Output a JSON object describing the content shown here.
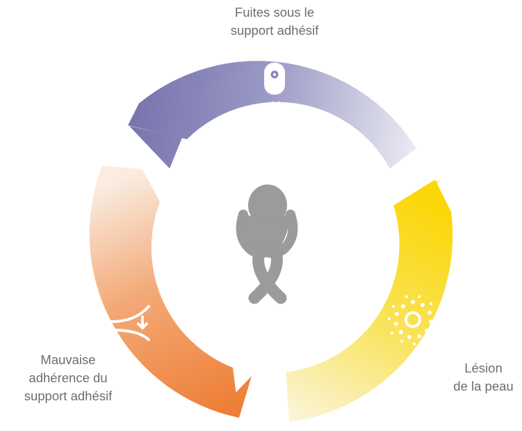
{
  "segments": [
    {
      "id": "leakage",
      "label_lines": [
        "Fuites sous le",
        "support adhésif"
      ],
      "icon": "pouch-leak-icon",
      "gradient": [
        "#7674ad",
        "#ebebf4"
      ]
    },
    {
      "id": "skin",
      "label_lines": [
        "Lésion",
        "de la peau"
      ],
      "icon": "skin-irritation-icon",
      "gradient": [
        "#fbd70a",
        "#fbf4d6"
      ]
    },
    {
      "id": "adhesion",
      "label_lines": [
        "Mauvaise",
        "adhérence du",
        "support adhésif"
      ],
      "icon": "poor-adhesion-icon",
      "gradient": [
        "#ee7e35",
        "#faece1"
      ]
    }
  ],
  "center_icon": "discomfort-person-icon",
  "label_color": "#6d6d6d",
  "icon_color": "#ffffff",
  "person_color": "#9b9b9b"
}
